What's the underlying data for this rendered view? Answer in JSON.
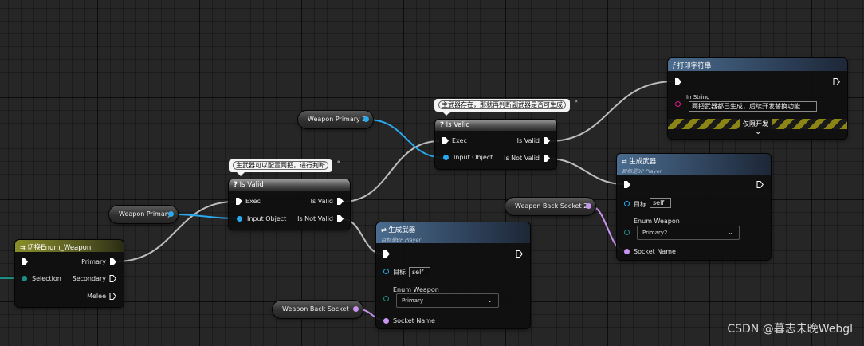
{
  "switch_node": {
    "title": "切换Enum_Weapon",
    "selection_label": "Selection",
    "outputs": [
      "Primary",
      "Secondary",
      "Melee"
    ]
  },
  "var_weapon_primary": {
    "label": "Weapon Primary"
  },
  "var_weapon_primary_2": {
    "label": "Weapon Primary 2"
  },
  "var_weapon_back_socket": {
    "label": "Weapon Back Socket"
  },
  "var_weapon_back_socket_2": {
    "label": "Weapon Back Socket 2"
  },
  "comment_1": {
    "text": "主武器可以配置两把，进行判断"
  },
  "comment_2": {
    "text": "主武器存在，那就再判断副武器是否可生成"
  },
  "collapse_glyph": "«",
  "is_valid_1": {
    "title": "Is Valid",
    "exec_label": "Exec",
    "input_label": "Input Object",
    "valid_label": "Is Valid",
    "not_valid_label": "Is Not Valid"
  },
  "is_valid_2": {
    "title": "Is Valid",
    "exec_label": "Exec",
    "input_label": "Input Object",
    "valid_label": "Is Valid",
    "not_valid_label": "Is Not Valid"
  },
  "spawn_1": {
    "title": "生成武器",
    "subtitle": "目标是BP Player",
    "target_label": "目标",
    "target_value": "self",
    "enum_label": "Enum Weapon",
    "enum_value": "Primary",
    "socket_label": "Socket Name"
  },
  "spawn_2": {
    "title": "生成武器",
    "subtitle": "目标是BP Player",
    "target_label": "目标",
    "target_value": "self",
    "enum_label": "Enum Weapon",
    "enum_value": "Primary2",
    "socket_label": "Socket Name"
  },
  "print_node": {
    "title": "打印字符串",
    "in_string_label": "In String",
    "in_string_value": "两把武器都已生成，后续开发替换功能",
    "dev_only_label": "仅限开发",
    "expand_glyph": "⌄"
  },
  "watermark": "CSDN @暮志未晚Webgl",
  "colors": {
    "exec_wire": "#c8c8c8",
    "object_wire": "#2aa9ef",
    "name_wire": "#c993f0",
    "enum_wire": "#1c8f84"
  },
  "icons": {
    "question": "?",
    "function": "ƒ",
    "chevron": "⌄"
  }
}
